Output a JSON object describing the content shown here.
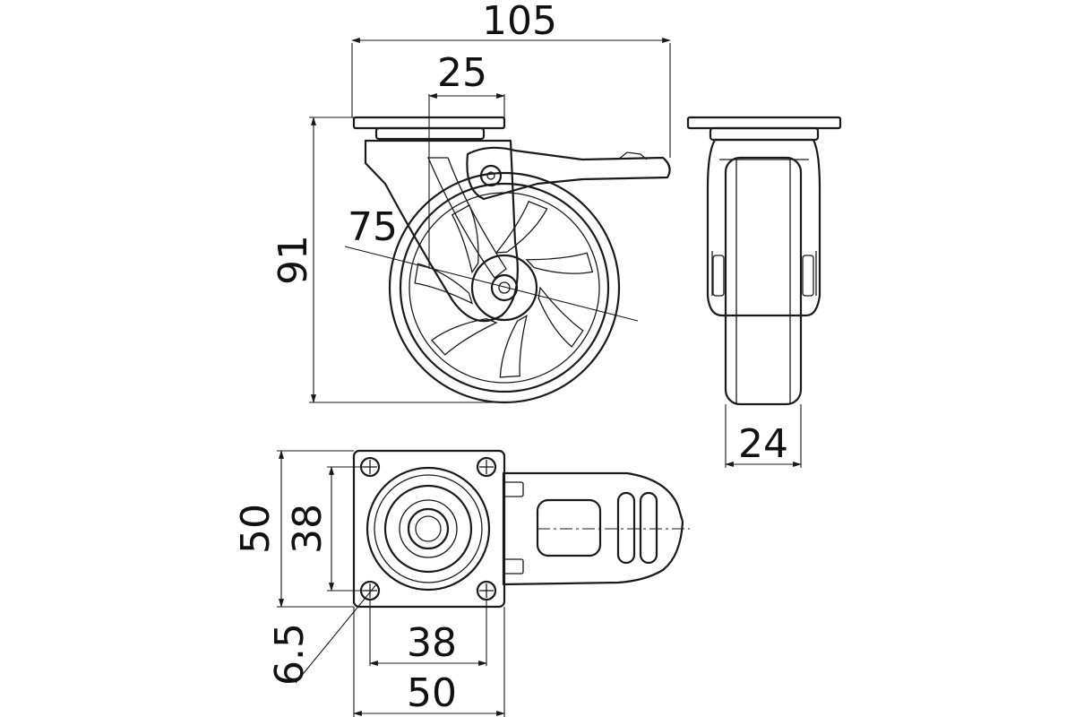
{
  "dimensions": {
    "total_length": "105",
    "swivel_offset": "25",
    "total_height": "91",
    "wheel_diameter": "75",
    "wheel_width": "24",
    "plate_height": "50",
    "hole_spacing_vertical": "38",
    "hole_spacing_horizontal": "38",
    "plate_width": "50",
    "hole_diameter": "6.5"
  },
  "colors": {
    "line": "#1a1a1a",
    "background": "#ffffff"
  }
}
